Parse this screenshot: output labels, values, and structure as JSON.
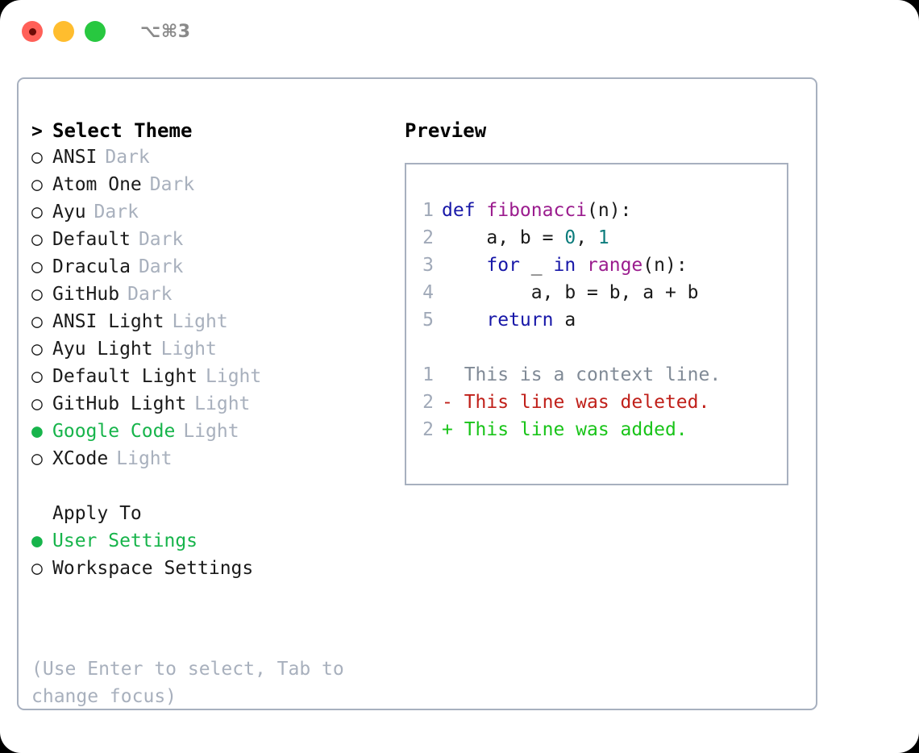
{
  "window": {
    "shortcut": "⌥⌘3",
    "traffic_lights": [
      {
        "name": "close-button",
        "color": "#ff6058"
      },
      {
        "name": "minimize-button",
        "color": "#ffbd2e"
      },
      {
        "name": "maximize-button",
        "color": "#28c840"
      }
    ]
  },
  "theme_picker": {
    "caret": ">",
    "heading": "Select Theme",
    "bullet_on": "●",
    "bullet_off": "○",
    "items": [
      {
        "marker": "○",
        "name": "ANSI",
        "variant": "Dark",
        "selected": false
      },
      {
        "marker": "○",
        "name": "Atom One",
        "variant": "Dark",
        "selected": false
      },
      {
        "marker": "○",
        "name": "Ayu",
        "variant": "Dark",
        "selected": false
      },
      {
        "marker": "○",
        "name": "Default",
        "variant": "Dark",
        "selected": false
      },
      {
        "marker": "○",
        "name": "Dracula",
        "variant": "Dark",
        "selected": false
      },
      {
        "marker": "○",
        "name": "GitHub",
        "variant": "Dark",
        "selected": false
      },
      {
        "marker": "○",
        "name": "ANSI Light",
        "variant": "Light",
        "selected": false
      },
      {
        "marker": "○",
        "name": "Ayu Light",
        "variant": "Light",
        "selected": false
      },
      {
        "marker": "○",
        "name": "Default Light",
        "variant": "Light",
        "selected": false
      },
      {
        "marker": "○",
        "name": "GitHub Light",
        "variant": "Light",
        "selected": false
      },
      {
        "marker": "●",
        "name": "Google Code",
        "variant": "Light",
        "selected": true
      },
      {
        "marker": "○",
        "name": "XCode",
        "variant": "Light",
        "selected": false
      }
    ]
  },
  "apply_to": {
    "label": "Apply To",
    "items": [
      {
        "marker": "●",
        "name": "User Settings",
        "selected": true
      },
      {
        "marker": "○",
        "name": "Workspace Settings",
        "selected": false
      }
    ]
  },
  "hint": "(Use Enter to select, Tab to change focus)",
  "preview": {
    "title": "Preview",
    "code_lines": [
      {
        "num": "1",
        "tokens": [
          {
            "t": "def ",
            "c": "kw"
          },
          {
            "t": "fibonacci",
            "c": "fn"
          },
          {
            "t": "(n):",
            "c": "plain"
          }
        ]
      },
      {
        "num": "2",
        "tokens": [
          {
            "t": "    a, b = ",
            "c": "plain"
          },
          {
            "t": "0",
            "c": "num"
          },
          {
            "t": ", ",
            "c": "plain"
          },
          {
            "t": "1",
            "c": "num"
          }
        ]
      },
      {
        "num": "3",
        "tokens": [
          {
            "t": "    ",
            "c": "plain"
          },
          {
            "t": "for",
            "c": "kw"
          },
          {
            "t": " _ ",
            "c": "plain"
          },
          {
            "t": "in",
            "c": "kw"
          },
          {
            "t": " ",
            "c": "plain"
          },
          {
            "t": "range",
            "c": "fn"
          },
          {
            "t": "(n):",
            "c": "plain"
          }
        ]
      },
      {
        "num": "4",
        "tokens": [
          {
            "t": "        a, b = b, a + b",
            "c": "plain"
          }
        ]
      },
      {
        "num": "5",
        "tokens": [
          {
            "t": "    ",
            "c": "plain"
          },
          {
            "t": "return",
            "c": "kw"
          },
          {
            "t": " a",
            "c": "plain"
          }
        ]
      }
    ],
    "diff_lines": [
      {
        "num": "1",
        "text": "  This is a context line.",
        "kind": "ctx"
      },
      {
        "num": "2",
        "text": "- This line was deleted.",
        "kind": "del"
      },
      {
        "num": "2",
        "text": "+ This line was added.",
        "kind": "add"
      }
    ]
  },
  "colors": {
    "accent_green": "#17b44b",
    "muted": "#a8b0bd",
    "border": "#a7b0bf",
    "keyword": "#1717a8",
    "function": "#9b1c8e",
    "number": "#0c7c7c",
    "diff_delete": "#c0201a",
    "diff_add": "#19c419",
    "diff_context": "#808a96"
  }
}
